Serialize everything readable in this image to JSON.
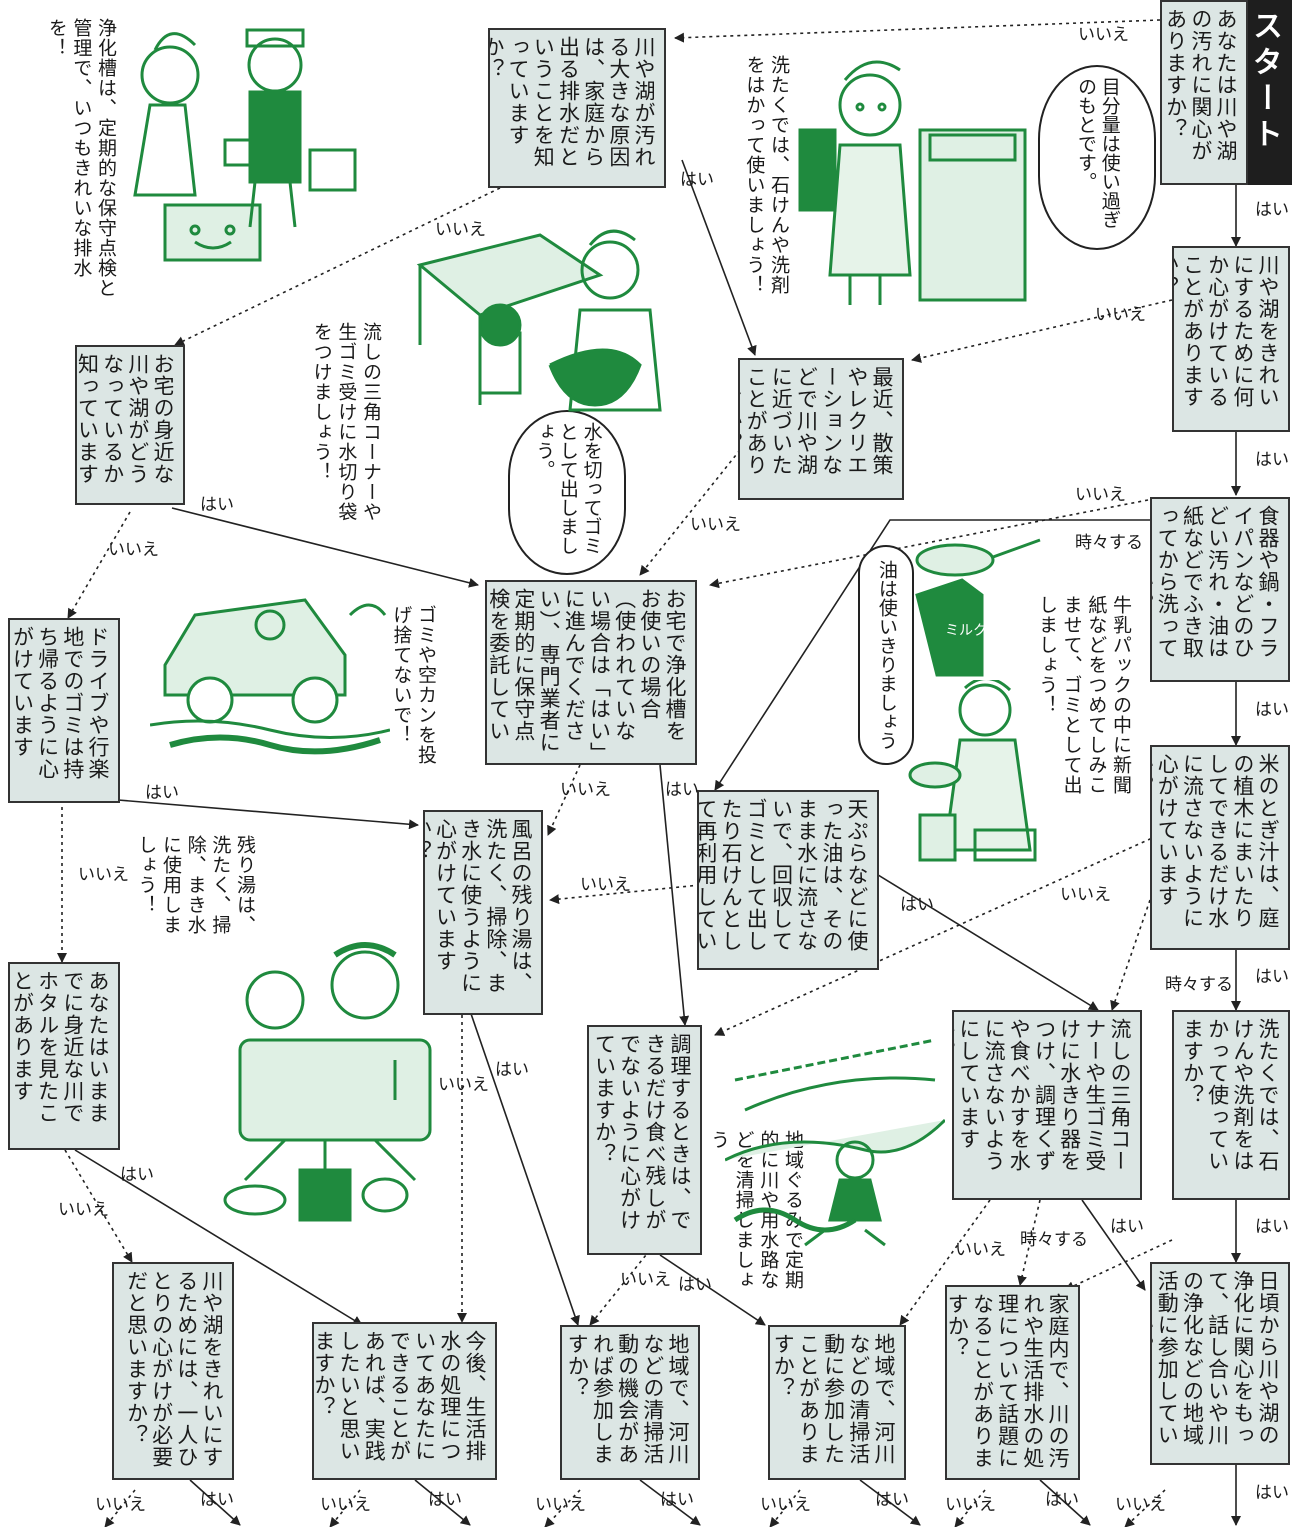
{
  "accent_color": "#1f8a3e",
  "box_color": "#dce6e4",
  "start": {
    "label": "スタート"
  },
  "questions": {
    "q1": "あなたは川や湖の汚れに関心がありますか？",
    "q2": "川や湖をきれいにするために何か心がけていることがありますか？",
    "q3": "食器や鍋・フライパンなどのひどい汚れ・油は紙などでふき取ってから洗っていますか？",
    "q4": "米のとぎ汁は、庭の植木にまいたりしてできるだけ水に流さないように心がけていますか？",
    "q5": "洗たくでは、石けんや洗剤をはかって使っていますか？",
    "q6": "日頃から川や湖の浄化に関心をもって、話し合いや川の浄化などの地域活動に参加していますか？",
    "q7": "流しの三角コーナーや生ゴミ受けに水きり器をつけ、調理くずや食べかすを水に流さないようにしていますか？",
    "q8": "家庭内で、川の汚れや生活排水の処理について話題になることがありますか？",
    "q9": "地域で、河川などの清掃活動に参加したことがありますか？",
    "q10": "最近、散策やレクリエーションなどで川や湖に近づいたことがありますか？",
    "q11": "川や湖が汚れる大きな原因は、家庭から出る排水だということを知っていますか？",
    "q12": "お宅の身近な川や湖がどうなっているか知っていますか？",
    "q13": "お宅で浄化槽をお使いの場合（使われていない場合は「はい」に進んでください）、専門業者に定期的に保守点検を委託していますか？",
    "q14": "天ぷらなどに使った油は、そのまま水に流さないで、回収してゴミとして出したり石けんとして再利用していますか？",
    "q15": "風呂の残り湯は、洗たく、掃除、まき水に使うように心がけていますか？",
    "q16": "調理するときは、できるだけ食べ残しがでないように心がけていますか？",
    "q17": "ドライブや行楽地でのゴミは持ち帰るように心がけていますか？",
    "q18": "あなたはいままでに身近な川でホタルを見たことがありますか？",
    "q19": "地域で、河川などの清掃活動の機会があれば参加しますか？",
    "q20": "今後、生活排水の処理についてあなたにできることがあれば、実践したいと思いますか？",
    "q21": "川や湖をきれいにするためには、一人ひとりの心がけが必要だと思いますか？"
  },
  "tips": {
    "septic": "浄化槽は、定期的な保守点検と管理で、いつもきれいな排水を！",
    "laundry": "洗たくでは、石けんや洗剤をはかって使いましょう！",
    "laundry_bubble": "目分量は使い過ぎのもとです。",
    "sink": "流しの三角コーナーや生ゴミ受けに水切り袋をつけましょう！",
    "water_bubble": "水を切ってゴミとして出しましょう。",
    "milk": "牛乳パックの中に新聞紙などをつめてしみこませて、ゴミとして出しましょう！",
    "oil_bubble": "油は使いきりましょう",
    "litter": "ゴミや空カンを投げ捨てないで！",
    "bath": "残り湯は、洗たく、掃除、まき水に使用しましょう！",
    "cleanup": "地域ぐるみで定期的に川や用水路などを清掃しましょう"
  },
  "labels": {
    "yes": "はい",
    "no": "いいえ",
    "sometimes": "時々する",
    "milk_pack": "ミルク"
  }
}
